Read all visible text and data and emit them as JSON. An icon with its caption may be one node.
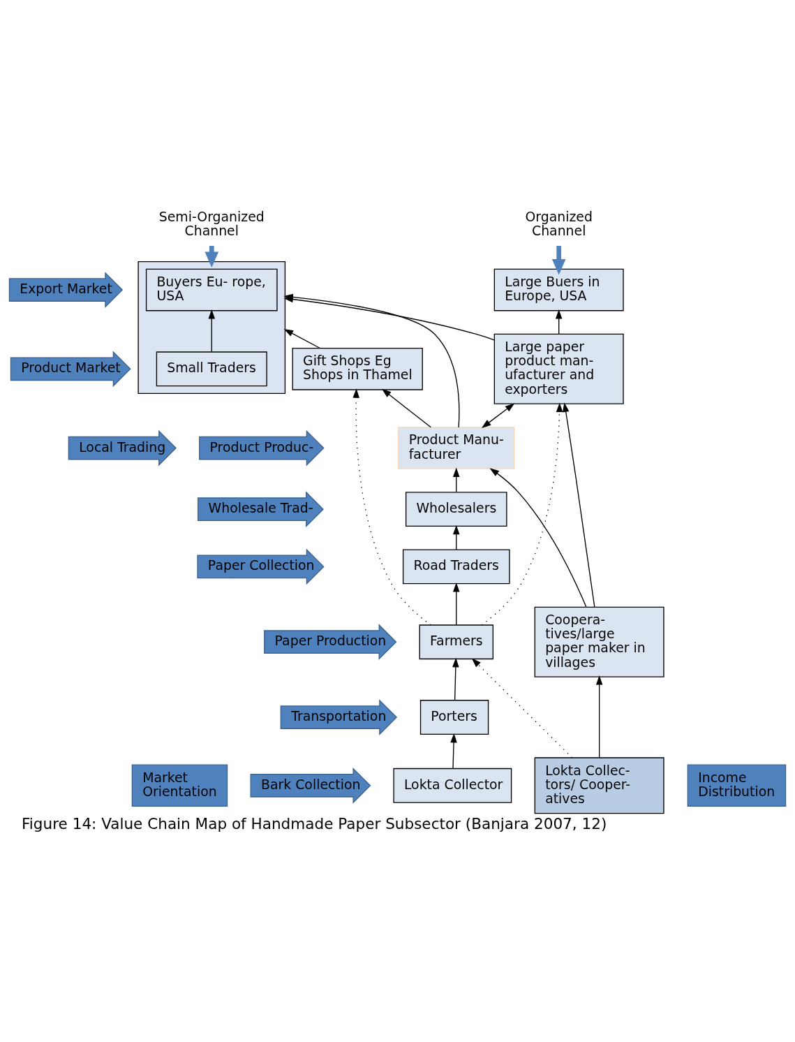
{
  "diagram": {
    "caption": "Figure 14: Value Chain Map of Handmade Paper Subsector (Banjara 2007, 12)",
    "nodes": [
      {
        "text": [
          "Semi-Organized Channel"
        ]
      },
      {
        "text": [
          "Organized Channel"
        ]
      },
      {
        "text": [],
        "shape": "box"
      },
      {
        "text": [
          "Buyers Eu- rope, USA"
        ],
        "in": 2
      },
      {
        "text": [
          "Small Traders"
        ],
        "in": 2
      },
      {
        "text": [
          "Gift Shops Eg Shops in Thamel"
        ]
      },
      {
        "text": [
          "Large Buers in Europe, USA"
        ]
      },
      {
        "text": [
          "Large paper product man- ufacturer and exporters"
        ]
      },
      {
        "text": [
          "Product Manu- facturer"
        ]
      },
      {
        "text": [
          "Wholesalers"
        ]
      },
      {
        "text": [
          "Road Traders"
        ]
      },
      {
        "text": [
          "Farmers"
        ]
      },
      {
        "text": [
          "Porters"
        ]
      },
      {
        "text": [
          "Lokta Collector"
        ]
      },
      {
        "text": [
          "Coopera- tives/large paper maker in villages"
        ]
      },
      {
        "text": [
          "Lokta Collec- tors/ Cooper- atives"
        ]
      },
      {
        "text": [
          "Export Market"
        ]
      },
      {
        "text": [
          "Product Market"
        ]
      },
      {
        "text": [
          "Local Trading"
        ]
      },
      {
        "text": [
          "Product Produc-"
        ]
      },
      {
        "text": [
          "Wholesale Trad-"
        ]
      },
      {
        "text": [
          "Paper Collection"
        ]
      },
      {
        "text": [
          "Paper Production"
        ]
      },
      {
        "text": [
          "Transportation"
        ]
      },
      {
        "text": [
          "Bark Collection"
        ]
      },
      {
        "text": [
          "Market Orientation"
        ]
      },
      {
        "text": [
          "Income Distribution"
        ]
      }
    ],
    "edges": [
      {
        "from": 0,
        "to": 2,
        "arrow": "to",
        "style": "thick",
        "color": "#4f81bd"
      },
      {
        "from": 1,
        "to": 6,
        "arrow": "to",
        "style": "thick",
        "color": "#4f81bd"
      },
      {
        "from": 4,
        "to": 3,
        "arrow": "to"
      },
      {
        "from": 7,
        "to": 2,
        "arrow": "to"
      },
      {
        "from": 5,
        "to": 2,
        "arrow": "to"
      },
      {
        "from": 7,
        "to": 6,
        "arrow": "to"
      },
      {
        "from": 8,
        "to": 2,
        "arrow": "to"
      },
      {
        "from": 8,
        "to": 5,
        "arrow": "to"
      },
      {
        "from": 8,
        "to": 7,
        "arrow": "both"
      },
      {
        "from": 14,
        "to": 8,
        "arrow": "to"
      },
      {
        "from": 14,
        "to": 7,
        "arrow": "to"
      },
      {
        "from": 9,
        "to": 8,
        "arrow": "to"
      },
      {
        "from": 10,
        "to": 9,
        "arrow": "to"
      },
      {
        "from": 11,
        "to": 10,
        "arrow": "to"
      },
      {
        "from": 11,
        "to": 5,
        "arrow": "to",
        "style": "dashed"
      },
      {
        "from": 11,
        "to": 7,
        "arrow": "to",
        "style": "dashed"
      },
      {
        "from": 15,
        "to": 11,
        "arrow": "to",
        "style": "dashed"
      },
      {
        "from": 12,
        "to": 11,
        "arrow": "to"
      },
      {
        "from": 13,
        "to": 12,
        "arrow": "to"
      },
      {
        "from": 15,
        "to": 14,
        "arrow": "to"
      }
    ]
  }
}
